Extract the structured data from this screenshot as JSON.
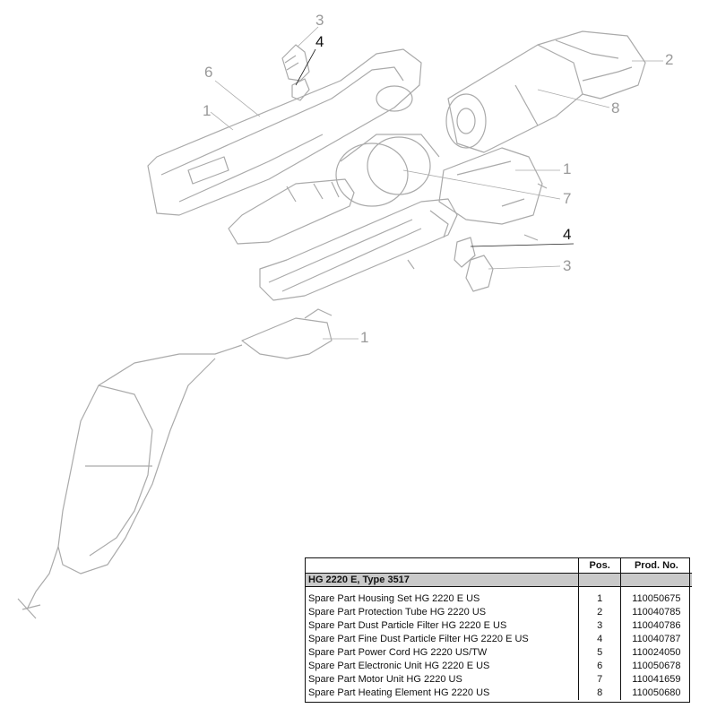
{
  "callouts": [
    "3",
    "4",
    "2",
    "6",
    "1",
    "8",
    "1",
    "7",
    "4",
    "3",
    "1"
  ],
  "table": {
    "header_pos": "Pos.",
    "header_prod": "Prod. No.",
    "model": "HG 2220 E, Type 3517",
    "rows": [
      {
        "name": "Spare Part Housing Set HG 2220 E US",
        "pos": "1",
        "prod": "110050675"
      },
      {
        "name": "Spare Part Protection Tube HG 2220 US",
        "pos": "2",
        "prod": "110040785"
      },
      {
        "name": "Spare Part Dust Particle Filter HG 2220 E US",
        "pos": "3",
        "prod": "110040786"
      },
      {
        "name": "Spare Part Fine Dust Particle Filter HG 2220 E US",
        "pos": "4",
        "prod": "110040787"
      },
      {
        "name": "Spare Part Power Cord HG 2220 US/TW",
        "pos": "5",
        "prod": "110024050"
      },
      {
        "name": "Spare Part Electronic Unit HG 2220 E US",
        "pos": "6",
        "prod": "110050678"
      },
      {
        "name": "Spare Part Motor Unit HG 2220 US",
        "pos": "7",
        "prod": "110041659"
      },
      {
        "name": "Spare Part Heating Element HG 2220 US",
        "pos": "8",
        "prod": "110050680"
      }
    ]
  }
}
